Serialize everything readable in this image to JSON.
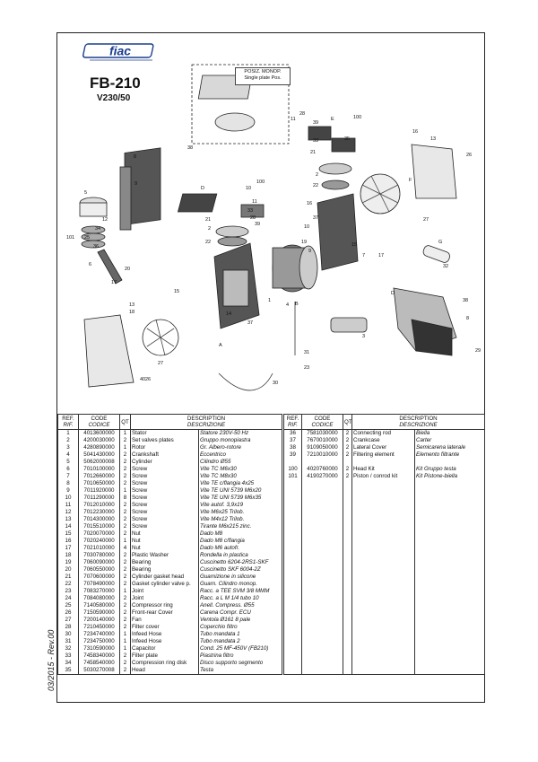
{
  "brand": "fiac",
  "model": "FB-210",
  "voltage": "V230/50",
  "note_box": [
    "POSIZ. MONOP.",
    "Single plate Pos."
  ],
  "revision": "03/2015 - Rev.00",
  "table_headers": {
    "ref": "REF.",
    "rif": "RIF.",
    "code": "CODE",
    "codice": "CODICE",
    "qt": "QT",
    "description": "DESCRIPTION",
    "descrizione": "DESCRIZIONE"
  },
  "parts_left": [
    {
      "ref": "1",
      "code": "4013600000",
      "qt": "1",
      "desc_en": "Stator",
      "desc_it": "Statore 230V-50 Hz"
    },
    {
      "ref": "2",
      "code": "4200030000",
      "qt": "2",
      "desc_en": "Set valves plates",
      "desc_it": "Gruppo monopiastra"
    },
    {
      "ref": "3",
      "code": "4280890000",
      "qt": "1",
      "desc_en": "Rotor",
      "desc_it": "Gr. Albero-rotore"
    },
    {
      "ref": "4",
      "code": "5041430000",
      "qt": "2",
      "desc_en": "Crankshaft",
      "desc_it": "Eccentrico"
    },
    {
      "ref": "5",
      "code": "5062000008",
      "qt": "2",
      "desc_en": "Cylinder",
      "desc_it": "Cilindro Ø55"
    },
    {
      "ref": "6",
      "code": "7010100000",
      "qt": "2",
      "desc_en": "Screw",
      "desc_it": "Vite TC M6x30"
    },
    {
      "ref": "7",
      "code": "7012660000",
      "qt": "2",
      "desc_en": "Screw",
      "desc_it": "Vite TC M8x30"
    },
    {
      "ref": "8",
      "code": "7010650000",
      "qt": "2",
      "desc_en": "Screw",
      "desc_it": "Vite TE c/flangia 4x25"
    },
    {
      "ref": "9",
      "code": "7011920000",
      "qt": "1",
      "desc_en": "Screw",
      "desc_it": "Vite TE UNI 5739 M6x20"
    },
    {
      "ref": "10",
      "code": "7011290000",
      "qt": "8",
      "desc_en": "Screw",
      "desc_it": "Vite TE UNI 5739 M6x35"
    },
    {
      "ref": "11",
      "code": "7012010000",
      "qt": "2",
      "desc_en": "Screw",
      "desc_it": "Vite autof. 3,9x19"
    },
    {
      "ref": "12",
      "code": "7012230000",
      "qt": "2",
      "desc_en": "Screw",
      "desc_it": "Vite M6x25 Trilob."
    },
    {
      "ref": "13",
      "code": "7014300000",
      "qt": "2",
      "desc_en": "Screw",
      "desc_it": "Vite M4x12 Trilob."
    },
    {
      "ref": "14",
      "code": "7015510000",
      "qt": "2",
      "desc_en": "Screw",
      "desc_it": "Tirante M6x215 zinc."
    },
    {
      "ref": "15",
      "code": "7020070000",
      "qt": "2",
      "desc_en": "Nut",
      "desc_it": "Dado M8"
    },
    {
      "ref": "16",
      "code": "7020240000",
      "qt": "1",
      "desc_en": "Nut",
      "desc_it": "Dado M8 c/flangia"
    },
    {
      "ref": "17",
      "code": "7021010000",
      "qt": "4",
      "desc_en": "Nut",
      "desc_it": "Dado M6 autofr."
    },
    {
      "ref": "18",
      "code": "7030780000",
      "qt": "2",
      "desc_en": "Plastic Washer",
      "desc_it": "Rondella in plastica"
    },
    {
      "ref": "19",
      "code": "7060090000",
      "qt": "2",
      "desc_en": "Bearing",
      "desc_it": "Cuscinetto  6204-2RS1-SKF"
    },
    {
      "ref": "20",
      "code": "7060550000",
      "qt": "2",
      "desc_en": "Bearing",
      "desc_it": "Cuscinetto SKF 6004-2Z"
    },
    {
      "ref": "21",
      "code": "7070600000",
      "qt": "2",
      "desc_en": "Cylinder gasket head",
      "desc_it": "Guarnizione in silicone"
    },
    {
      "ref": "22",
      "code": "7078490000",
      "qt": "2",
      "desc_en": "Gasket cylinder valve p.",
      "desc_it": "Guarn. Cilindro monop."
    },
    {
      "ref": "23",
      "code": "7083270000",
      "qt": "1",
      "desc_en": "Joint",
      "desc_it": "Racc. a TEE SVM 3/8 MMM"
    },
    {
      "ref": "24",
      "code": "7084080000",
      "qt": "2",
      "desc_en": "Joint",
      "desc_it": "Racc. a L M 1/4 tubo 10"
    },
    {
      "ref": "25",
      "code": "7140580000",
      "qt": "2",
      "desc_en": "Compressor ring",
      "desc_it": "Anell. Compress. Ø55"
    },
    {
      "ref": "26",
      "code": "7150590000",
      "qt": "2",
      "desc_en": "Front-rear Cover",
      "desc_it": "Carena Compr. ECU"
    },
    {
      "ref": "27",
      "code": "7200140000",
      "qt": "2",
      "desc_en": "Fan",
      "desc_it": "Ventola Ø161 8 pale"
    },
    {
      "ref": "28",
      "code": "7210450000",
      "qt": "2",
      "desc_en": "Filter cover",
      "desc_it": "Coperchio filtro"
    },
    {
      "ref": "30",
      "code": "7234740000",
      "qt": "1",
      "desc_en": "Infeed Hose",
      "desc_it": "Tubo mandata 1"
    },
    {
      "ref": "31",
      "code": "7234750000",
      "qt": "1",
      "desc_en": "Infeed Hose",
      "desc_it": "Tubo mandata 2"
    },
    {
      "ref": "32",
      "code": "7310590000",
      "qt": "1",
      "desc_en": "Capacitor",
      "desc_it": "Cond. 25 MF-450V (FB210)"
    },
    {
      "ref": "33",
      "code": "7458340000",
      "qt": "2",
      "desc_en": "Filter plate",
      "desc_it": "Piastrina filtro"
    },
    {
      "ref": "34",
      "code": "7458540000",
      "qt": "2",
      "desc_en": "Compression ring disk",
      "desc_it": "Disco supporto segmento"
    },
    {
      "ref": "35",
      "code": "5030270008",
      "qt": "2",
      "desc_en": "Head",
      "desc_it": "Testa"
    }
  ],
  "parts_right": [
    {
      "ref": "36",
      "code": "7581030000",
      "qt": "2",
      "desc_en": "Connecting rod",
      "desc_it": "Biella"
    },
    {
      "ref": "37",
      "code": "7670010000",
      "qt": "2",
      "desc_en": "Crankcase",
      "desc_it": "Carter"
    },
    {
      "ref": "38",
      "code": "9109050000",
      "qt": "2",
      "desc_en": "Lateral Cover",
      "desc_it": "Semicarena laterale"
    },
    {
      "ref": "39",
      "code": "7210010000",
      "qt": "2",
      "desc_en": "Filtering element",
      "desc_it": "Elemento filtrante"
    },
    {
      "ref": "",
      "code": "",
      "qt": "",
      "desc_en": "",
      "desc_it": ""
    },
    {
      "ref": "100",
      "code": "4020760000",
      "qt": "2",
      "desc_en": "Head Kit",
      "desc_it": "Kit Gruppo testa"
    },
    {
      "ref": "101",
      "code": "4190270000",
      "qt": "2",
      "desc_en": "Piston / conrod kit",
      "desc_it": "Kit Pistone-biella"
    }
  ],
  "right_filler_rows": 27
}
